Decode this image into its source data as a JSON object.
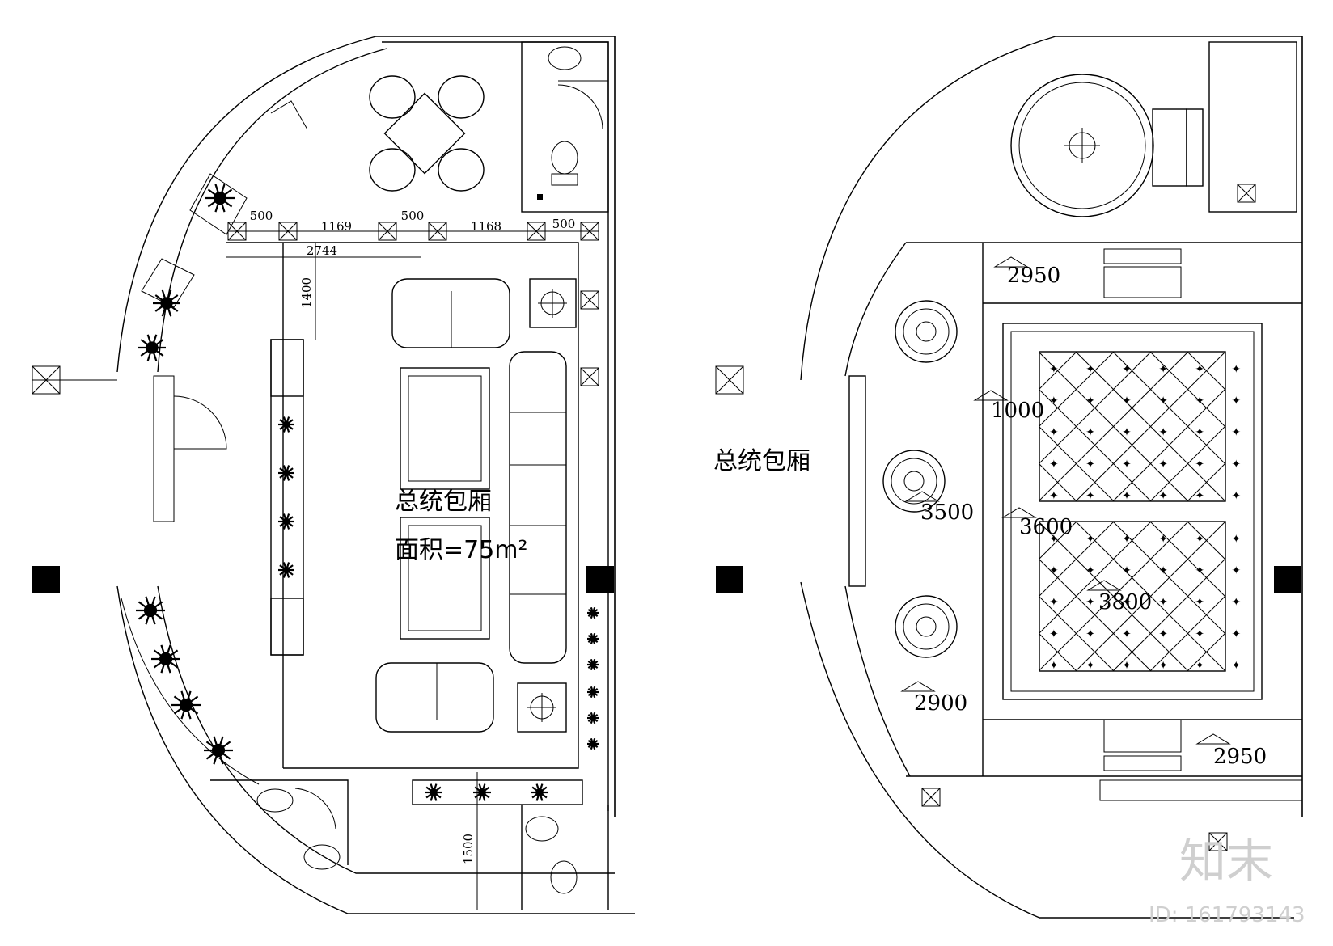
{
  "left_plan": {
    "room_name": "总统包厢",
    "area_label": "面积=75m²",
    "dimensions": {
      "top_segments": [
        "500",
        "1169",
        "500",
        "1168",
        "500"
      ],
      "overall": "2744",
      "vertical_left": "1400",
      "vertical_bottom": "1500"
    }
  },
  "right_plan": {
    "room_name": "总统包厢",
    "elevations": {
      "top_right": "2950",
      "upper": "1000",
      "left_mid": "3500",
      "center_mid": "3600",
      "center_low": "3800",
      "lower_left": "2900",
      "bottom_right": "2950"
    }
  },
  "watermark": {
    "logo_text": "知末",
    "id_text": "ID: 161793143"
  }
}
